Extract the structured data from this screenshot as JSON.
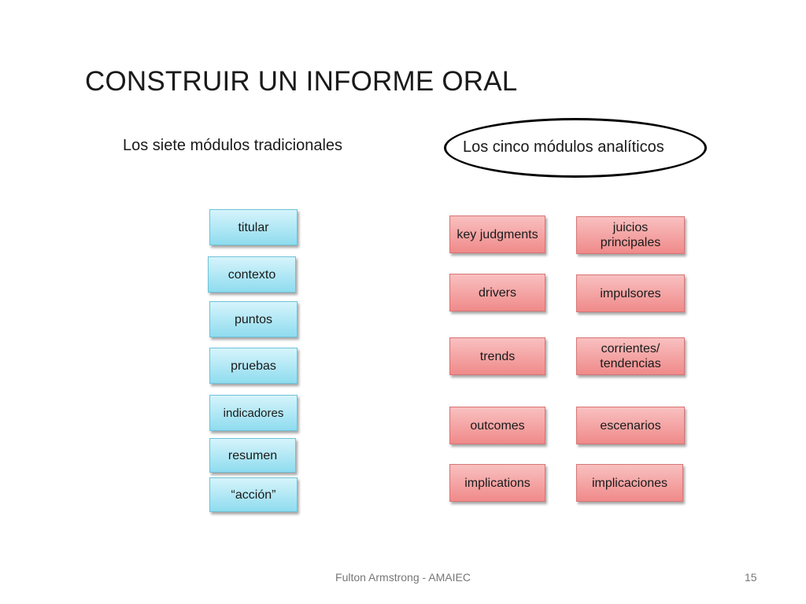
{
  "title": "CONSTRUIR UN INFORME ORAL",
  "left_heading": "Los siete módulos tradicionales",
  "right_heading": "Los cinco módulos analíticos",
  "traditional_modules": [
    "titular",
    "contexto",
    "puntos",
    "pruebas",
    "indicadores",
    "resumen",
    "“acción”"
  ],
  "analytic_modules_en": [
    "key judgments",
    "drivers",
    "trends",
    "outcomes",
    "implications"
  ],
  "analytic_modules_es": [
    "juicios principales",
    "impulsores",
    "corrientes/ tendencias",
    "escenarios",
    "implicaciones"
  ],
  "footer": "Fulton Armstrong - AMAIEC",
  "page_number": "15",
  "colors": {
    "traditional_box": "#9fe1f1",
    "analytic_box": "#f4a3a3",
    "highlight_ellipse": "#000000"
  }
}
